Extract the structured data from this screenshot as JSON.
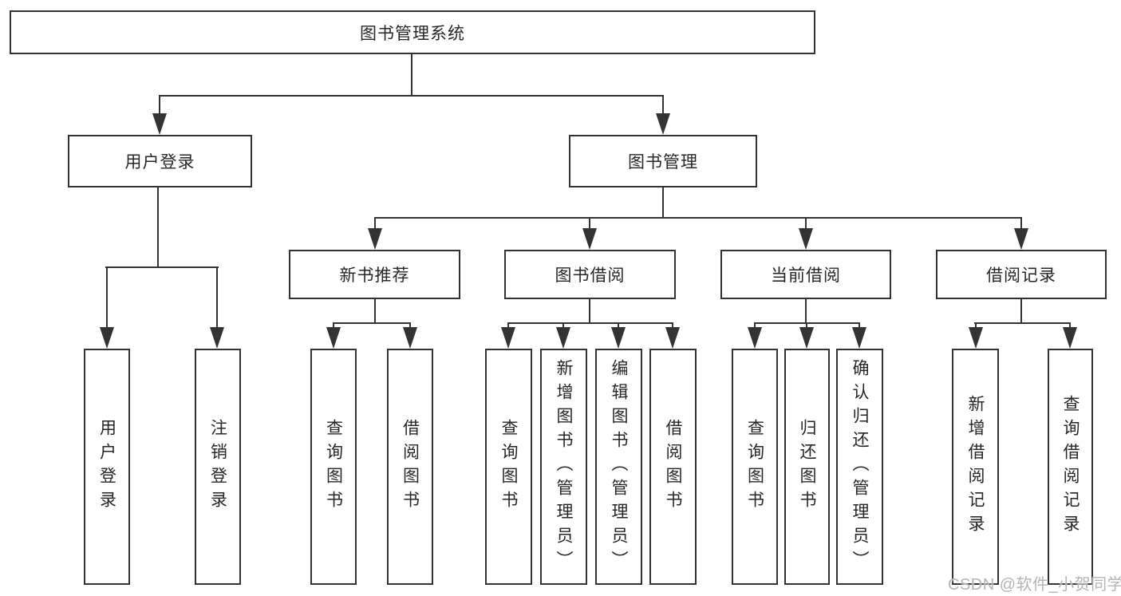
{
  "diagram": {
    "root": {
      "label": "图书管理系统"
    },
    "level2": {
      "user_login": "用户登录",
      "book_management": "图书管理"
    },
    "level3": {
      "new_book_recommend": "新书推荐",
      "book_borrow": "图书借阅",
      "current_borrow": "当前借阅",
      "borrow_record": "借阅记录"
    },
    "leaves": {
      "user_login": [
        "用户登录",
        "注销登录"
      ],
      "new_book_recommend": [
        "查询图书",
        "借阅图书"
      ],
      "book_borrow": [
        "查询图书",
        "新增图书（管理员）",
        "编辑图书（管理员）",
        "借阅图书"
      ],
      "current_borrow": [
        "查询图书",
        "归还图书",
        "确认归还（管理员）"
      ],
      "borrow_record": [
        "新增借阅记录",
        "查询借阅记录"
      ]
    },
    "watermark": "CSDN @软件_小贺同学",
    "colors": {
      "line": "#333333",
      "text": "#262626",
      "box_background": "#ffffff",
      "watermark": "#b4b4b4",
      "background": "#ffffff"
    }
  }
}
